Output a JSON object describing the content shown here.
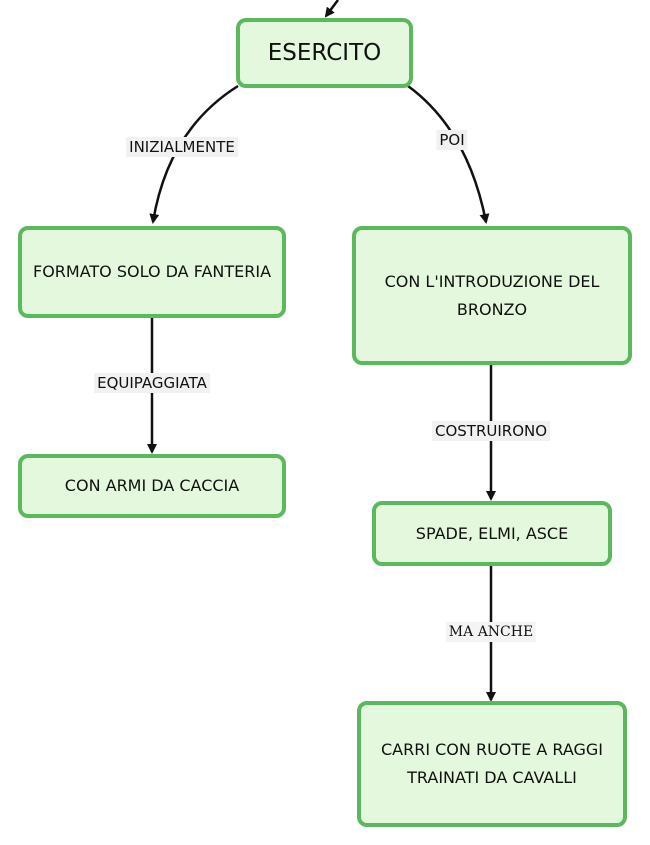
{
  "diagram": {
    "nodes": {
      "esercito": "ESERCITO",
      "formato": "FORMATO SOLO DA FANTERIA",
      "introduzione": "CON L'INTRODUZIONE DEL BRONZO",
      "armi": "CON ARMI DA CACCIA",
      "spade": "SPADE, ELMI, ASCE",
      "carri": "CARRI CON RUOTE A RAGGI TRAINATI DA CAVALLI"
    },
    "edges": {
      "inizialmente": "INIZIALMENTE",
      "poi": "POI",
      "equipaggiata": "EQUIPAGGIATA",
      "costruirono": "COSTRUIRONO",
      "ma_anche": "MA ANCHE"
    },
    "colors": {
      "node_fill": "#e3f8dc",
      "node_border": "#5cb85c",
      "edge": "#111111",
      "label_bg": "#f1f1f1"
    }
  }
}
